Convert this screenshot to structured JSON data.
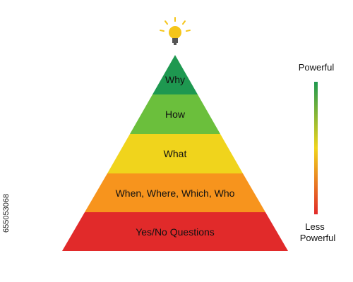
{
  "pyramid": {
    "tiers": [
      {
        "label": "Why",
        "color": "#1e9850"
      },
      {
        "label": "How",
        "color": "#6bbf3c"
      },
      {
        "label": "What",
        "color": "#f0d41c"
      },
      {
        "label": "When, Where, Which, Who",
        "color": "#f7941d"
      },
      {
        "label": "Yes/No Questions",
        "color": "#e12a2a"
      }
    ],
    "icon": "lightbulb-icon",
    "icon_color": "#f5c518"
  },
  "scale": {
    "top_label": "Powerful",
    "bottom_label_line1": "Less",
    "bottom_label_line2": "Powerful",
    "top_color": "#1e9850",
    "mid_color": "#f0d41c",
    "bottom_color": "#e12a2a"
  },
  "stock_id": "655053068"
}
